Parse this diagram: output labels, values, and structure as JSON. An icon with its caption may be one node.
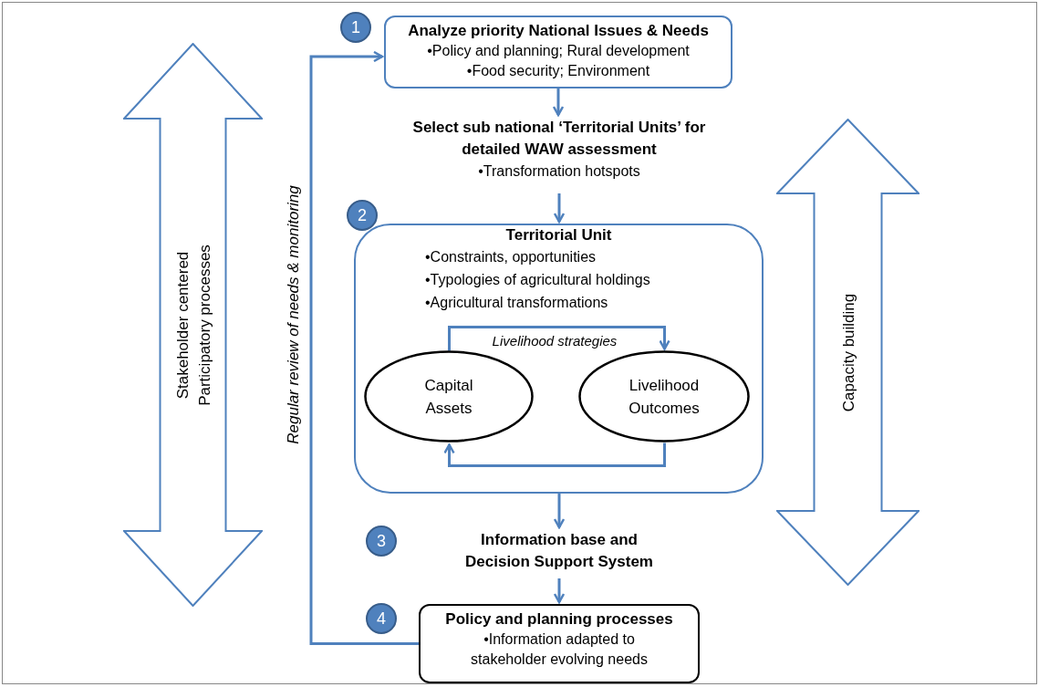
{
  "diagram": {
    "nodes": [
      {
        "text": [
          "Analyze priority National Issues & Needs",
          "•Policy and planning; Rural development",
          "•Food security; Environment"
        ]
      },
      {
        "text": [
          "Select sub national ‘Territorial Units’ for detailed WAW assessment",
          "•Transformation hotspots"
        ]
      },
      {
        "text": [
          "Territorial Unit",
          "•Constraints, opportunities",
          "•Typologies of agricultural holdings",
          "•Agricultural transformations"
        ]
      },
      {
        "text": [
          "Capital Assets"
        ],
        "in": 2
      },
      {
        "text": [
          "Livelihood Outcomes"
        ],
        "in": 2
      },
      {
        "text": [
          "Information base and Decision Support System"
        ]
      },
      {
        "text": [
          "Policy and planning processes",
          "•Information adapted to stakeholder evolving needs"
        ]
      },
      {
        "text": [
          "1"
        ]
      },
      {
        "text": [
          "2"
        ]
      },
      {
        "text": [
          "3"
        ]
      },
      {
        "text": [
          "4"
        ]
      },
      {
        "text": [
          "Stakeholder centered Participatory processes"
        ]
      },
      {
        "text": [
          "Capacity building"
        ]
      }
    ],
    "edges": [
      {
        "from": 0,
        "to": 1,
        "arrow": "to"
      },
      {
        "from": 1,
        "to": 2,
        "arrow": "to"
      },
      {
        "from": 2,
        "to": 5,
        "arrow": "to"
      },
      {
        "from": 5,
        "to": 6,
        "arrow": "to"
      },
      {
        "from": 3,
        "to": 4,
        "arrow": "to",
        "label": "Livelihood strategies"
      },
      {
        "from": 4,
        "to": 3,
        "arrow": "to"
      },
      {
        "from": 6,
        "to": 0,
        "arrow": "to",
        "label": "Regular review of needs & monitoring"
      }
    ]
  }
}
